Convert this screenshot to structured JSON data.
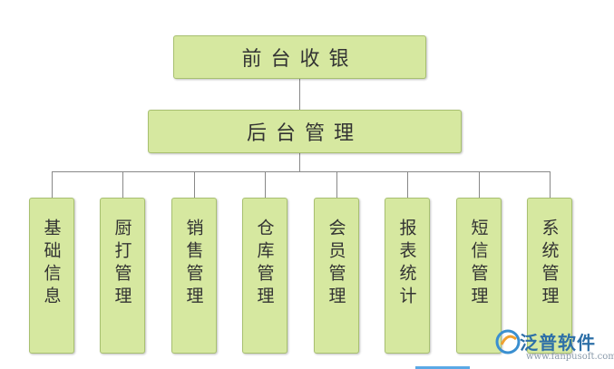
{
  "root": {
    "label": "前台收银"
  },
  "hub": {
    "label": "后台管理"
  },
  "modules": [
    {
      "label": "基础信息"
    },
    {
      "label": "厨打管理"
    },
    {
      "label": "销售管理"
    },
    {
      "label": "仓库管理"
    },
    {
      "label": "会员管理"
    },
    {
      "label": "报表统计"
    },
    {
      "label": "短信管理"
    },
    {
      "label": "系统管理"
    }
  ],
  "watermark": {
    "brand": "泛普软件",
    "url": "www.fanpusoft.com"
  },
  "colors": {
    "box_fill": "#d6e8a0",
    "box_border": "#a8c070",
    "connector": "#888888",
    "brand": "#2d6fa7"
  }
}
